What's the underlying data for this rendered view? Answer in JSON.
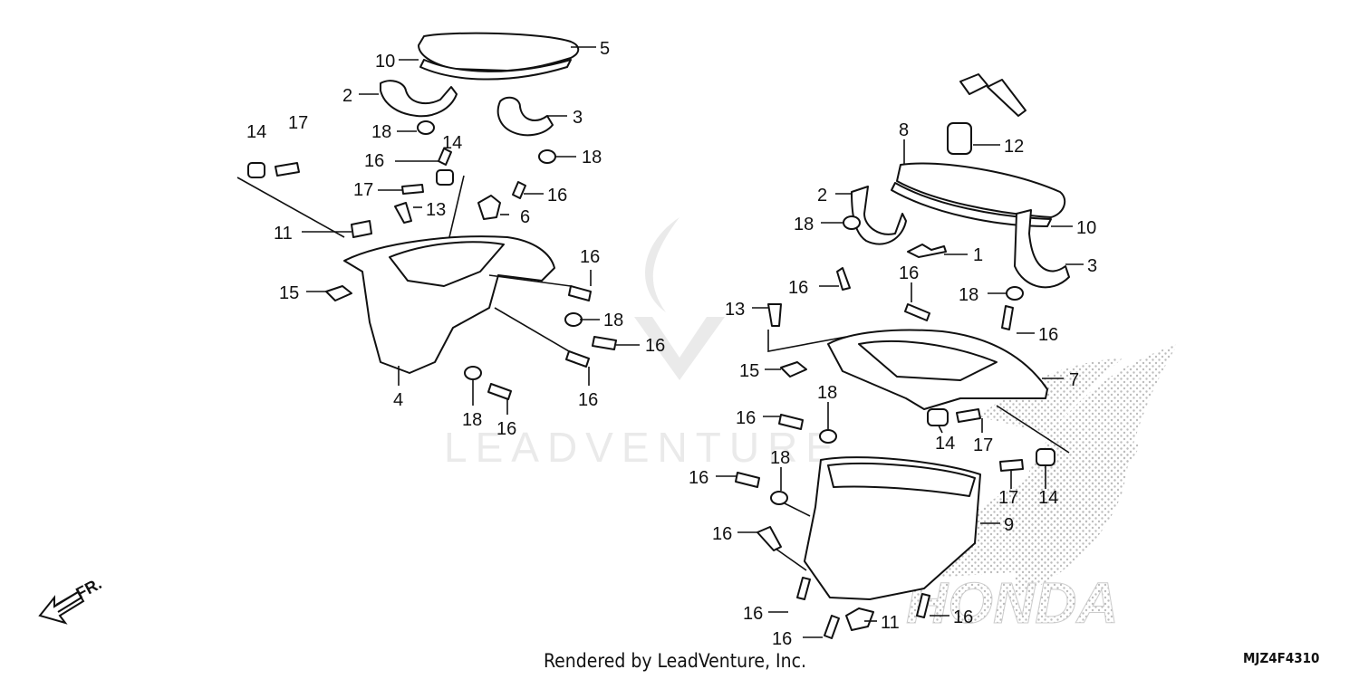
{
  "footer": {
    "rendered_by": "Rendered by LeadVenture, Inc.",
    "diagram_code": "MJZ4F4310"
  },
  "watermark": {
    "brand_text": "LEADVENTURE",
    "honda_text": "HONDA"
  },
  "direction_marker": {
    "label": "FR."
  },
  "callouts": {
    "left": {
      "c5": "5",
      "c10": "10",
      "c2": "2",
      "c3": "3",
      "c18a": "18",
      "c18b": "18",
      "c16a": "16",
      "c16b": "16",
      "c14a": "14",
      "c17a": "17",
      "c14b": "14",
      "c17b": "17",
      "c13": "13",
      "c6": "6",
      "c11": "11",
      "c15": "15",
      "c16c": "16",
      "c18c": "18",
      "c16d": "16",
      "c16e": "16",
      "c4": "4",
      "c18d": "18",
      "c16f": "16"
    },
    "right": {
      "c8": "8",
      "c12": "12",
      "c2": "2",
      "c10": "10",
      "c18a": "18",
      "c1": "1",
      "c3": "3",
      "c16a": "16",
      "c16b": "16",
      "c18b": "18",
      "c13": "13",
      "c16c": "16",
      "c15": "15",
      "c7": "7",
      "c16d": "16",
      "c18c": "18",
      "c14a": "14",
      "c17a": "17",
      "c16e": "16",
      "c18d": "18",
      "c17b": "17",
      "c14b": "14",
      "c9": "9",
      "c16f": "16",
      "c16g": "16",
      "c11": "11",
      "c16h": "16",
      "c16i": "16"
    }
  },
  "colors": {
    "line": "#111111",
    "watermark": "#d9d9d9",
    "dots": "#bdbdbd"
  }
}
